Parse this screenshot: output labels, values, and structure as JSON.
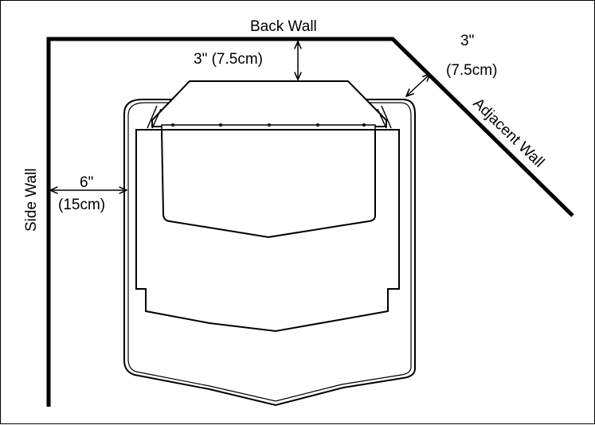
{
  "labels": {
    "back_wall": "Back Wall",
    "side_wall": "Side Wall",
    "adjacent_wall": "Adjacent Wall",
    "top_clearance": "3\" (7.5cm)",
    "corner_clearance_in": "3\"",
    "corner_clearance_cm": "(7.5cm)",
    "side_clearance_in": "6\"",
    "side_clearance_cm": "(15cm)"
  },
  "colors": {
    "line": "#000000",
    "background": "#ffffff"
  }
}
